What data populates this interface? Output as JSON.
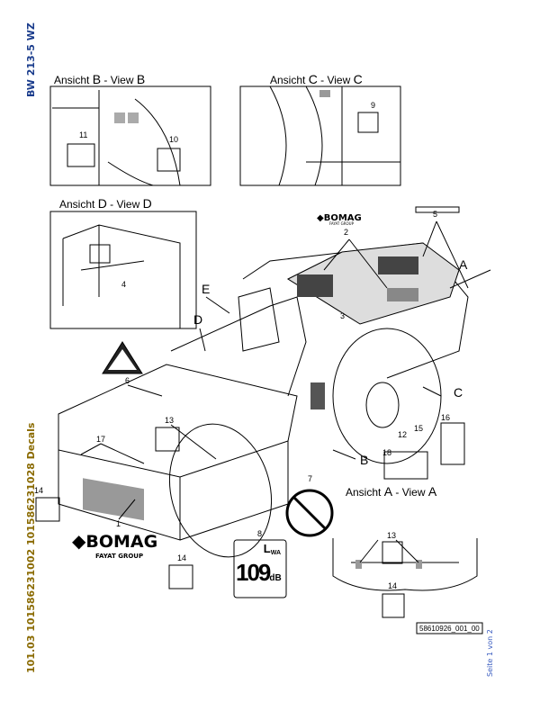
{
  "side_title": "BW 213-5 WZ",
  "side_doc": "101.03 101586231002 101586231028 Decals",
  "page_indicator": "Seite 1 von 2",
  "views": {
    "b": {
      "prefix": "Ansicht ",
      "letter": "B",
      "suffix": " - View ",
      "letter2": "B"
    },
    "c": {
      "prefix": "Ansicht ",
      "letter": "C",
      "suffix": " - View ",
      "letter2": "C"
    },
    "d": {
      "prefix": "Ansicht ",
      "letter": "D",
      "suffix": " - View ",
      "letter2": "D"
    },
    "a": {
      "prefix": "Ansicht ",
      "letter": "A",
      "suffix": " - View ",
      "letter2": "A"
    }
  },
  "callouts": {
    "b11": "11",
    "b10": "10",
    "c9": "9",
    "d4": "4",
    "n2": "2",
    "n5": "5",
    "n3": "3",
    "n6": "6",
    "n13": "13",
    "n17": "17",
    "n1": "1",
    "n14a": "14",
    "n14b": "14",
    "n8": "8",
    "n7": "7",
    "n15": "15",
    "n16": "16",
    "n12": "12",
    "n18": "18",
    "a13": "13",
    "a14": "14"
  },
  "arrows": {
    "A": "A",
    "B": "B",
    "C": "C",
    "D": "D",
    "E": "E"
  },
  "logo": {
    "brand": "BOMAG",
    "group": "FAYAT GROUP"
  },
  "small_logo": {
    "brand": "BOMAG",
    "group": "FAYAT GROUP"
  },
  "noise_decal": {
    "label": "L",
    "sub": "WA",
    "value": "109",
    "unit": "dB"
  },
  "drawing_number": "58610926_001_00",
  "colors": {
    "side_text": "#1a3c8c",
    "page_indicator": "#3a5cc0"
  }
}
